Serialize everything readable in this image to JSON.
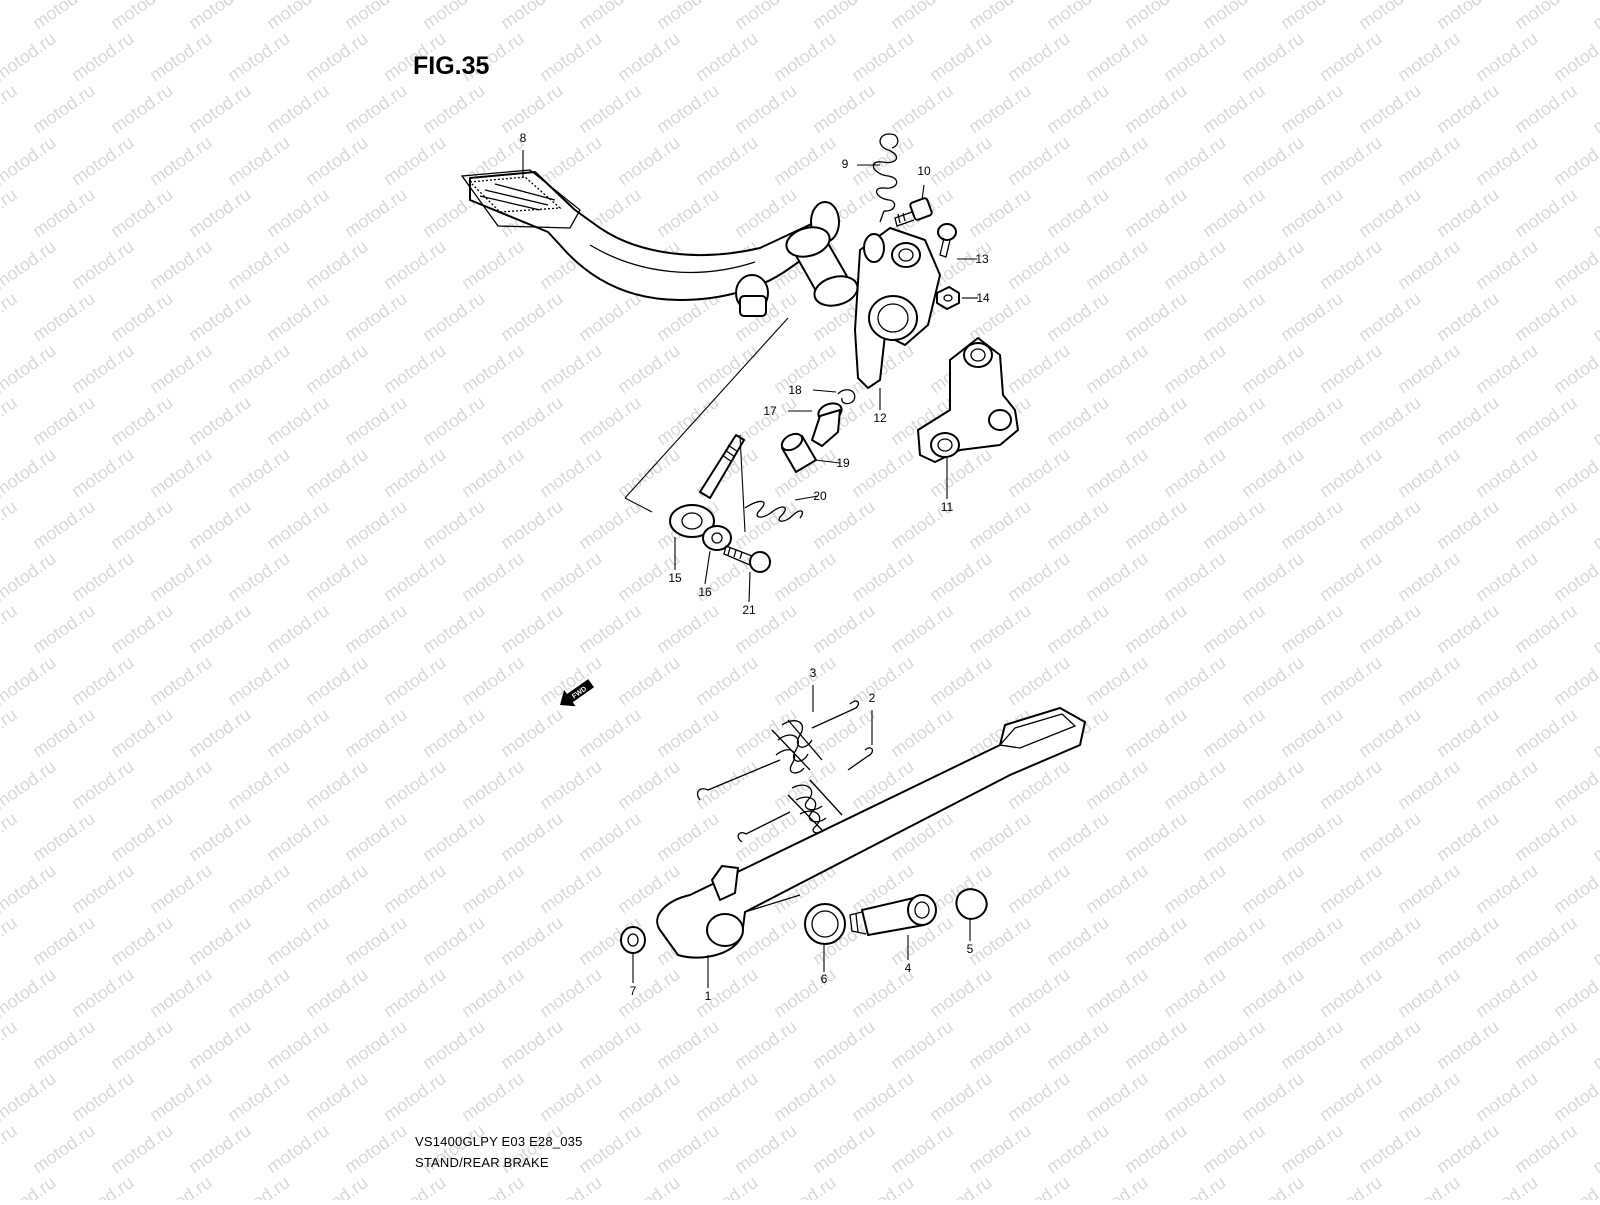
{
  "figure": {
    "title": "FIG.35",
    "model_code": "VS1400GLPY E03 E28_035",
    "section_name": "STAND/REAR BRAKE",
    "watermark": "motod.ru",
    "fwd_label": "FWD"
  },
  "callouts": [
    {
      "id": "1",
      "part": "stand"
    },
    {
      "id": "2",
      "part": "spring"
    },
    {
      "id": "3",
      "part": "spring"
    },
    {
      "id": "4",
      "part": "bolt"
    },
    {
      "id": "5",
      "part": "cap"
    },
    {
      "id": "6",
      "part": "washer"
    },
    {
      "id": "7",
      "part": "nut"
    },
    {
      "id": "8",
      "part": "brake-pedal"
    },
    {
      "id": "9",
      "part": "spring"
    },
    {
      "id": "10",
      "part": "bolt"
    },
    {
      "id": "11",
      "part": "bracket"
    },
    {
      "id": "12",
      "part": "lever"
    },
    {
      "id": "13",
      "part": "screw"
    },
    {
      "id": "14",
      "part": "nut"
    },
    {
      "id": "15",
      "part": "rod-end"
    },
    {
      "id": "16",
      "part": "washer"
    },
    {
      "id": "17",
      "part": "pin"
    },
    {
      "id": "18",
      "part": "clip"
    },
    {
      "id": "19",
      "part": "collar"
    },
    {
      "id": "20",
      "part": "spring"
    },
    {
      "id": "21",
      "part": "bolt"
    }
  ]
}
